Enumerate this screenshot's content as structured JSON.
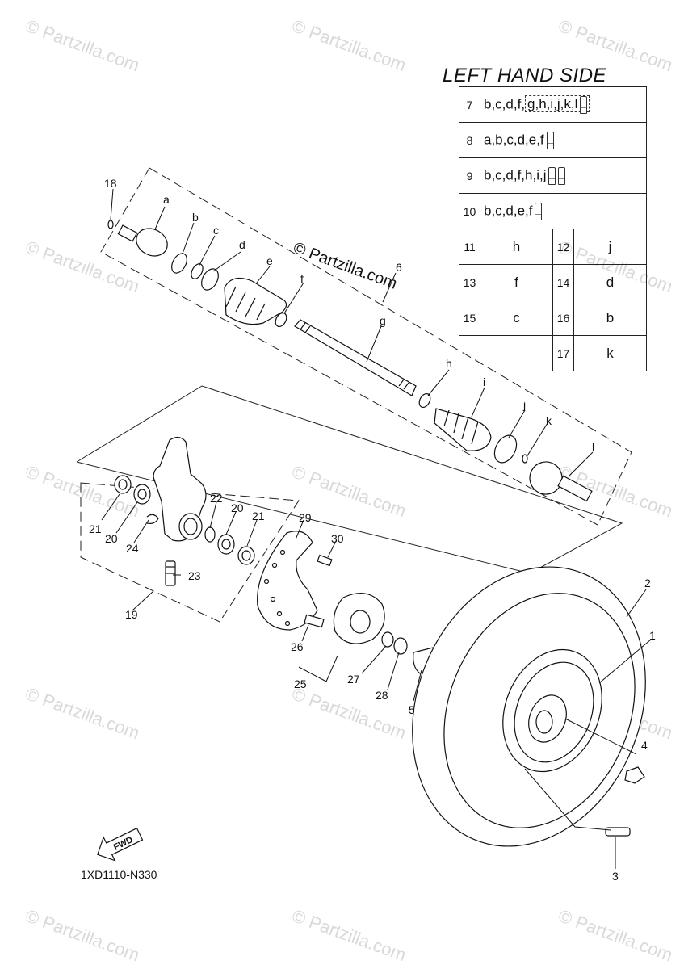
{
  "legend": {
    "title": "LEFT HAND SIDE",
    "rows": [
      {
        "num": "7",
        "pre": "b,c,d,f",
        "boxed": "g,h,i,j,k,l",
        "tubes": 1
      },
      {
        "num": "8",
        "pre": "a,b,c,d,e,f",
        "boxed": "",
        "tubes": 1
      },
      {
        "num": "9",
        "pre": "b,c,d,f,h,i,j",
        "boxed": "",
        "tubes": 2
      },
      {
        "num": "10",
        "pre": "b,c,d,e,f",
        "boxed": "",
        "tubes": 1
      }
    ],
    "pairs": [
      {
        "n1": "11",
        "v1": "h",
        "n2": "12",
        "v2": "j"
      },
      {
        "n1": "13",
        "v1": "f",
        "n2": "14",
        "v2": "d"
      },
      {
        "n1": "15",
        "v1": "c",
        "n2": "16",
        "v2": "b"
      },
      {
        "n1": "",
        "v1": "",
        "n2": "17",
        "v2": "k"
      }
    ]
  },
  "callouts": {
    "n1": "1",
    "n2": "2",
    "n3": "3",
    "n4": "4",
    "n5": "5",
    "n6": "6",
    "n18": "18",
    "n19": "19",
    "n20a": "20",
    "n20b": "20",
    "n21a": "21",
    "n21b": "21",
    "n22": "22",
    "n23": "23",
    "n24": "24",
    "n25": "25",
    "n26": "26",
    "n27": "27",
    "n28": "28",
    "n29": "29",
    "n30": "30"
  },
  "letters": [
    "a",
    "b",
    "c",
    "d",
    "e",
    "f",
    "g",
    "h",
    "i",
    "j",
    "k",
    "l"
  ],
  "fwd_label": "FWD",
  "copyright": "© Partzilla.com",
  "watermark": "© Partzilla.com",
  "diagram_code": "1XD1110-N330"
}
